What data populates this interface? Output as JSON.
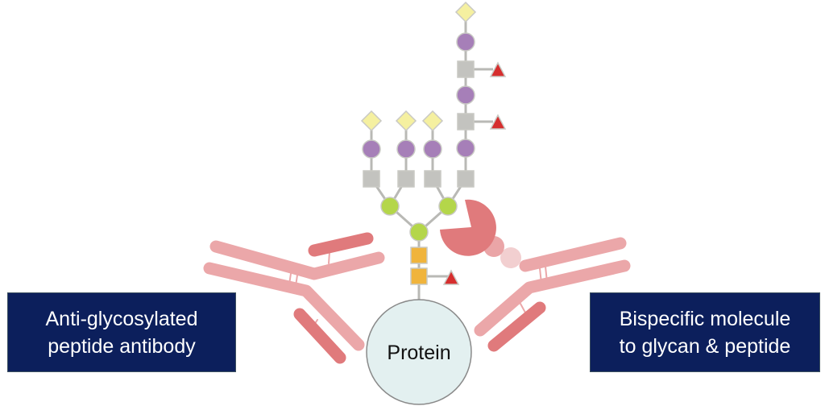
{
  "labels": {
    "left": {
      "line1": "Anti-glycosylated",
      "line2": "peptide antibody"
    },
    "right": {
      "line1": "Bispecific molecule",
      "line2": "to glycan & peptide"
    }
  },
  "protein": {
    "label": "Protein"
  },
  "colors": {
    "label_box": "#0c1f5c",
    "protein_fill": "#e3f0f0",
    "galactose_diamond": "#f5f0a0",
    "sialic_purple_circle": "#a67fb8",
    "glcnac_gray_square": "#c3c3bf",
    "mannose_green_circle": "#b4d64a",
    "core_orange_square": "#f0b43c",
    "fucose_red_triangle": "#d62e2e",
    "antibody_heavy": "#eba7a9",
    "antibody_light": "#e07a7c",
    "linker_light": "#f2cfd0"
  },
  "glycan": {
    "antennae": [
      {
        "name": "antenna-1",
        "residues": [
          "diamond",
          "purple-circle",
          "gray-square"
        ]
      },
      {
        "name": "antenna-2",
        "residues": [
          "diamond",
          "purple-circle",
          "gray-square"
        ]
      },
      {
        "name": "antenna-3",
        "residues": [
          "diamond",
          "purple-circle",
          "gray-square"
        ]
      },
      {
        "name": "antenna-4-extended",
        "residues": [
          "diamond",
          "purple-circle",
          "gray-square+fucose",
          "purple-circle",
          "gray-square+fucose",
          "purple-circle",
          "gray-square"
        ]
      }
    ],
    "core": [
      "green-circle",
      "green-circle",
      "green-circle",
      "orange-square",
      "orange-square+fucose"
    ]
  }
}
